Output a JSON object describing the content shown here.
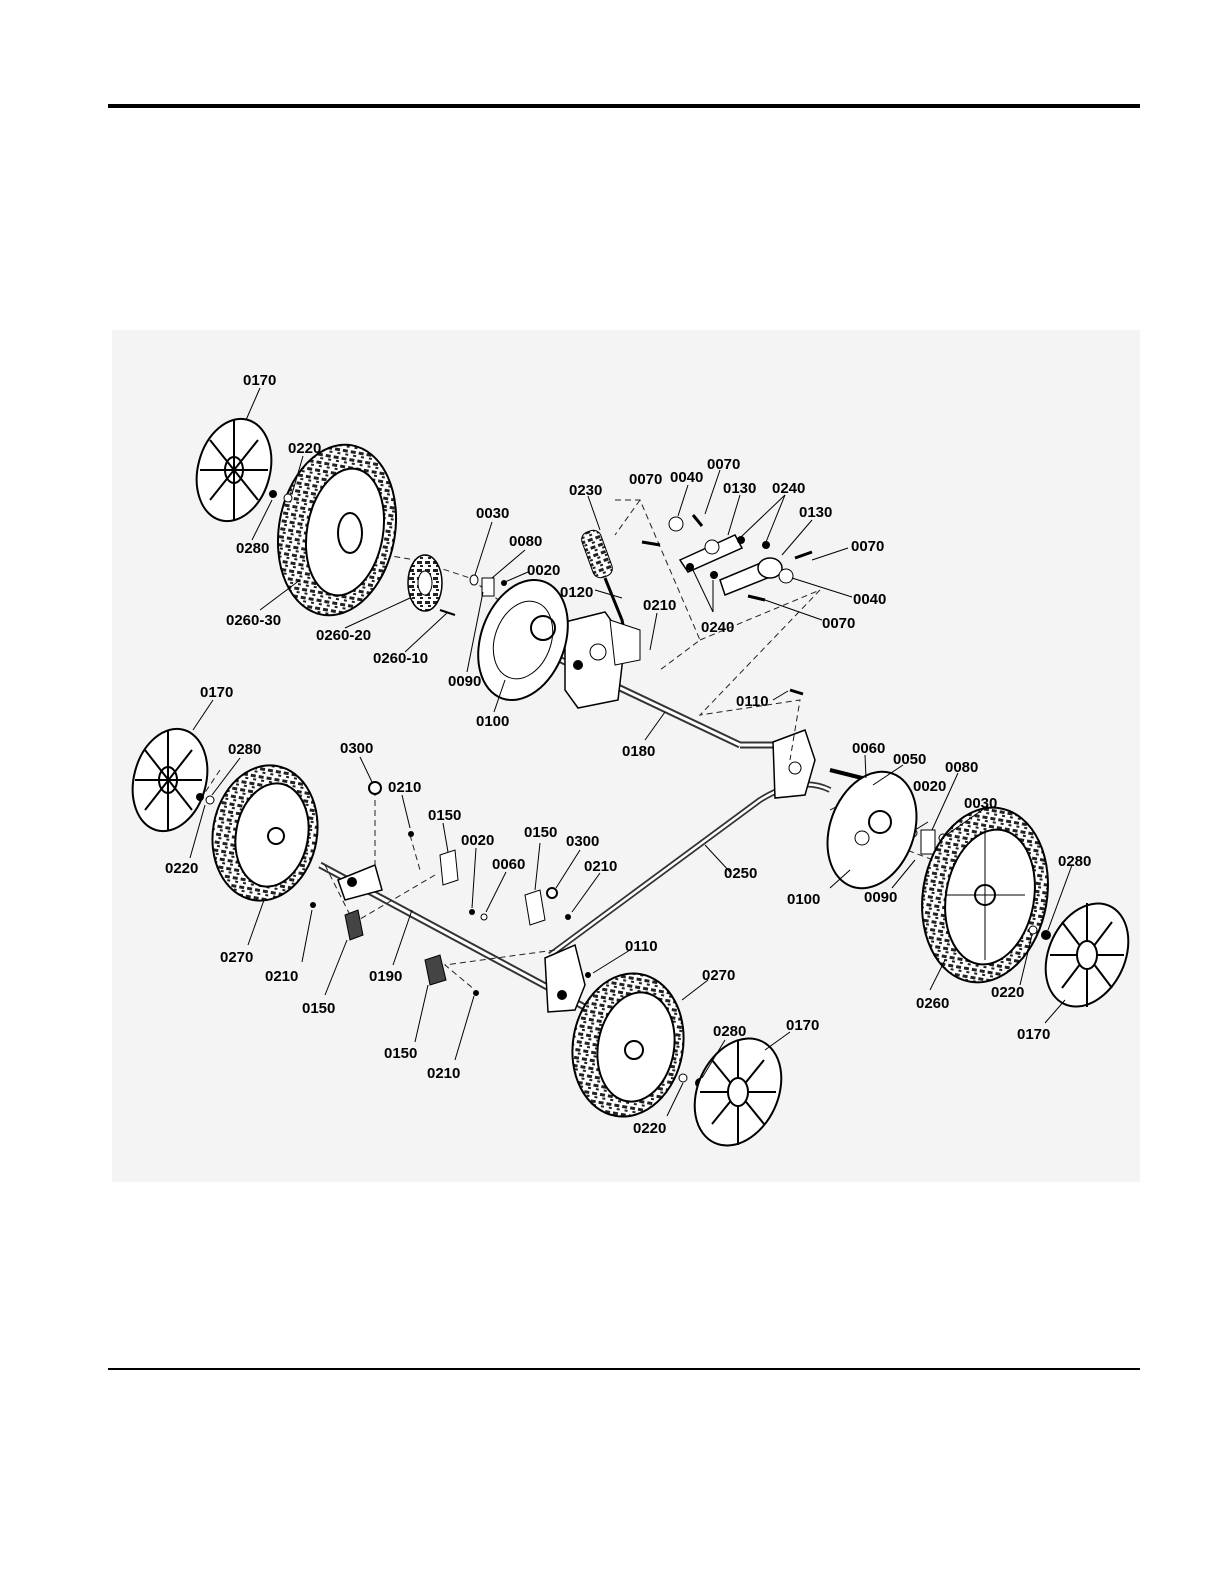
{
  "labels": {
    "l0170a": "0170",
    "l0220a": "0220",
    "l0280a": "0280",
    "l0260_30": "0260-30",
    "l0260_20": "0260-20",
    "l0260_10": "0260-10",
    "l0030a": "0030",
    "l0080a": "0080",
    "l0020a": "0020",
    "l0090a": "0090",
    "l0100a": "0100",
    "l0230": "0230",
    "l0120": "0120",
    "l0210a": "0210",
    "l0070a": "0070",
    "l0040a": "0040",
    "l0070b": "0070",
    "l0130a": "0130",
    "l0240a": "0240",
    "l0130b": "0130",
    "l0070c": "0070",
    "l0040b": "0040",
    "l0070d": "0070",
    "l0240b": "0240",
    "l0110a": "0110",
    "l0180": "0180",
    "l0170b": "0170",
    "l0280b": "0280",
    "l0220b": "0220",
    "l0300a": "0300",
    "l0210b": "0210",
    "l0150a": "0150",
    "l0020b": "0020",
    "l0060a": "0060",
    "l0150b": "0150",
    "l0300b": "0300",
    "l0210c": "0210",
    "l0270a": "0270",
    "l0210d": "0210",
    "l0150c": "0150",
    "l0190": "0190",
    "l0150d": "0150",
    "l0210e": "0210",
    "l0110b": "0110",
    "l0270b": "0270",
    "l0280c": "0280",
    "l0170c": "0170",
    "l0220c": "0220",
    "l0250": "0250",
    "l0060b": "0060",
    "l0050": "0050",
    "l0020c": "0020",
    "l0080b": "0080",
    "l0030b": "0030",
    "l0100b": "0100",
    "l0090b": "0090",
    "l0260": "0260",
    "l0280d": "0280",
    "l0220d": "0220",
    "l0170d": "0170"
  }
}
